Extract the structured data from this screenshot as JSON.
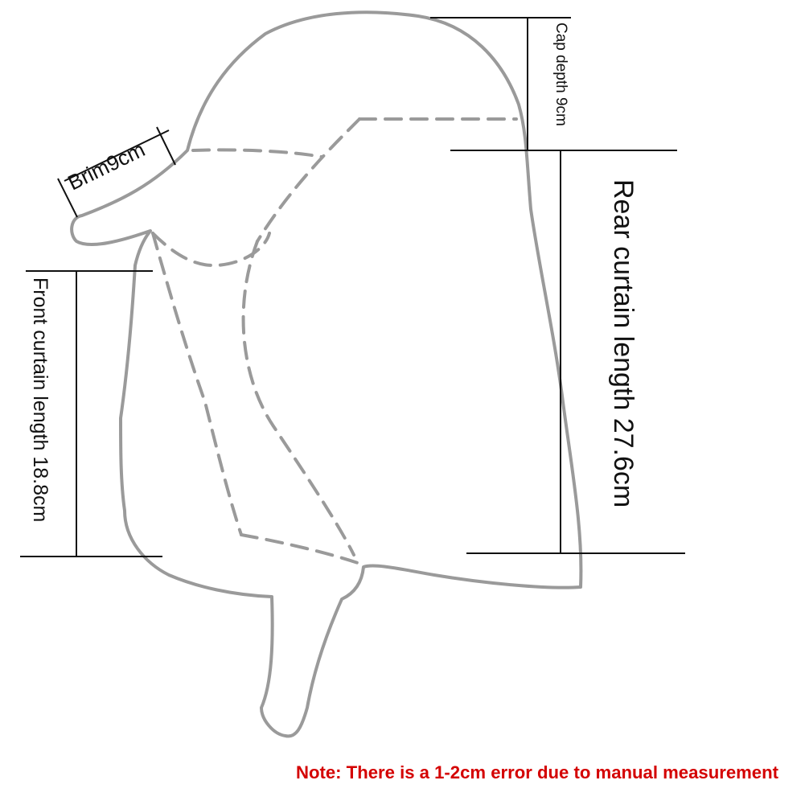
{
  "labels": {
    "brim": "Brim9cm",
    "cap_depth": "Cap depth 9cm",
    "rear_curtain": "Rear curtain length 27.6cm",
    "front_curtain": "Front curtain length 18.8cm"
  },
  "note": "Note: There is a 1-2cm error due to manual measurement",
  "colors": {
    "outline": "#9a9a9a",
    "measure": "#111111",
    "note": "#d40000"
  }
}
